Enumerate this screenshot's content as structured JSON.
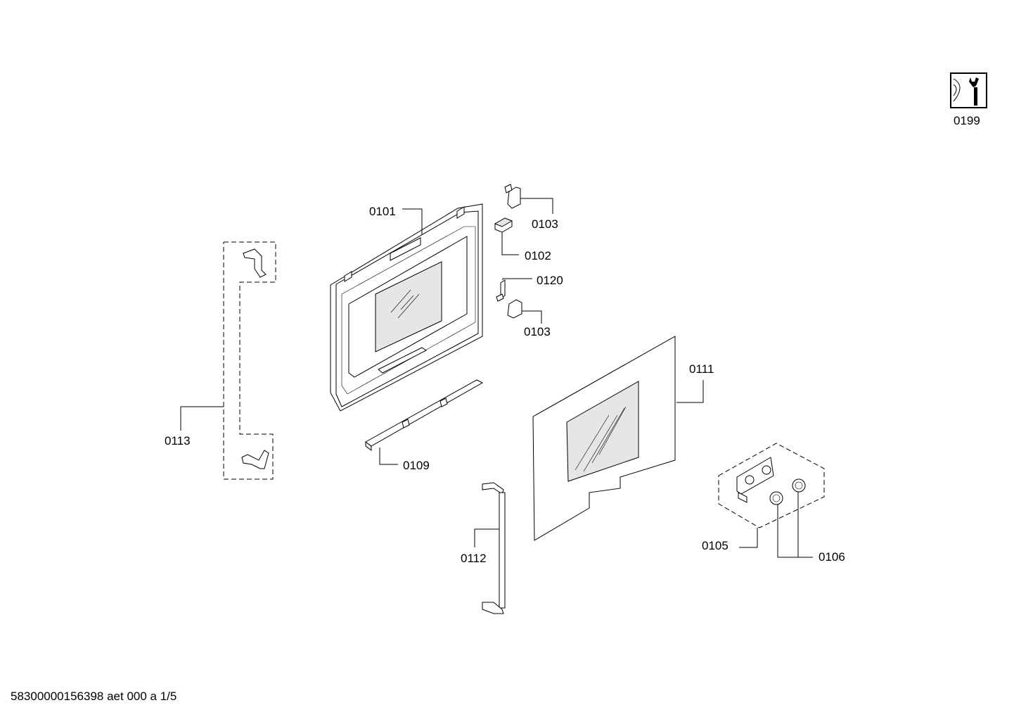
{
  "parts": [
    {
      "id": "service-icon",
      "label": "0199"
    },
    {
      "id": "door-frame",
      "label": "0101"
    },
    {
      "id": "hinge-bracket-top",
      "label": "0103"
    },
    {
      "id": "clip",
      "label": "0102"
    },
    {
      "id": "pin",
      "label": "0120"
    },
    {
      "id": "hinge-bracket-bottom",
      "label": "0103"
    },
    {
      "id": "outer-glass",
      "label": "0111"
    },
    {
      "id": "hinge-set",
      "label": "0113"
    },
    {
      "id": "rail",
      "label": "0109"
    },
    {
      "id": "handle",
      "label": "0112"
    },
    {
      "id": "handle-kit",
      "label": "0105"
    },
    {
      "id": "cap",
      "label": "0106"
    }
  ],
  "footer": "58300000156398 aet 000 a 1/5"
}
